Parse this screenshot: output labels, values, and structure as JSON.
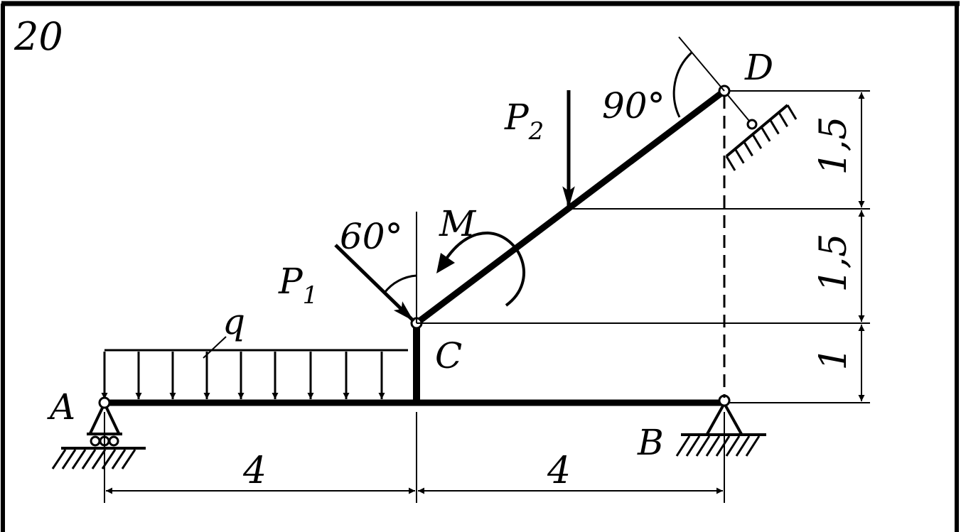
{
  "figure": {
    "number": "20"
  },
  "points": {
    "A": "A",
    "B": "B",
    "C": "C",
    "D": "D"
  },
  "loads": {
    "P1": "P",
    "P1_sub": "1",
    "P2": "P",
    "P2_sub": "2",
    "M": "M",
    "q": "q"
  },
  "angles": {
    "p1_angle": "60°",
    "d_angle": "90°"
  },
  "dimensions": {
    "horizontal": [
      "4",
      "4"
    ],
    "vertical": [
      "1,5",
      "1,5",
      "1"
    ]
  },
  "colors": {
    "ink": "#000000",
    "paper": "#ffffff"
  }
}
